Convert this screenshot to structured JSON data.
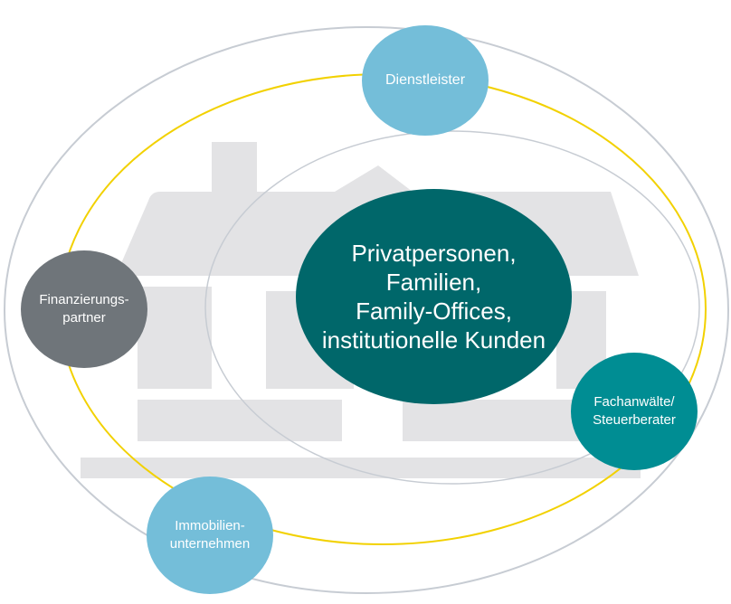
{
  "colors": {
    "house": "#e3e3e5",
    "outer_ring": "#c7ccd3",
    "inner_ring": "#c7ccd3",
    "yellow_ring": "#f2d100",
    "center": "#00676a",
    "light_blue": "#74bed9",
    "gray": "#6f757a",
    "teal": "#008d93",
    "node_text": "#ffffff"
  },
  "diagram": {
    "center": {
      "label": "Privatpersonen,\nFamilien,\nFamily-Offices,\ninstitutionelle Kunden"
    },
    "nodes": {
      "top": {
        "label": "Dienstleister"
      },
      "left": {
        "label": "Finanzierungs-\npartner"
      },
      "right": {
        "label": "Fachanwälte/\nSteuerberater"
      },
      "bottom": {
        "label": "Immobilien-\nunternehmen"
      }
    }
  }
}
